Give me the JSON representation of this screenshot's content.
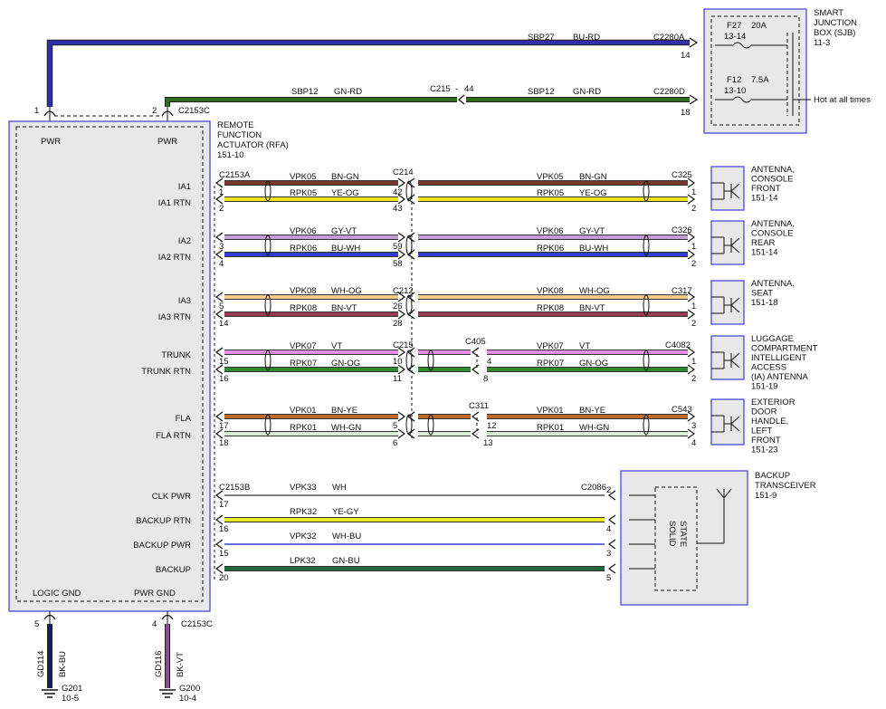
{
  "colors": {
    "BU-RD": "#2e2ea8",
    "GN-RD": "#2f6e1f",
    "BN-GN": "#7a3b2e",
    "YE-OG": "#f2e21a",
    "GY-VT": "#c39bd6",
    "BU-WH": "#2f3fd0",
    "WH-OG": "#f7c98a",
    "BN-VT": "#9a3a55",
    "VT": "#e58de8",
    "GN-OG": "#2f8a2a",
    "BN-YE": "#c06a2a",
    "WH-GN": "#d8ecd5",
    "WH": "#ffffff",
    "YE-GY": "#eaea20",
    "WH-BU": "#c8ccf0",
    "GN-BU": "#1e6a3a",
    "BK-BU": "#1a1a60",
    "BK-VT": "#8a4a9a",
    "border": "#3c3cd6",
    "box": "#e8e8e8"
  },
  "sjb": {
    "title_lines": [
      "SMART",
      "JUNCTION",
      "BOX (SJB)",
      "11-3"
    ],
    "fuse1": {
      "id": "F27",
      "rating": "20A",
      "loc": "13-14"
    },
    "fuse2": {
      "id": "F12",
      "rating": "7.5A",
      "loc": "13-10"
    },
    "hot_label": "Hot at all times",
    "conn_a": "C2280A",
    "conn_a_pin": "14",
    "conn_d": "C2280D",
    "conn_d_pin": "18"
  },
  "power": {
    "sbp27_circuit": "SBP27",
    "sbp27_color": "BU-RD",
    "sbp12_circuit": "SBP12",
    "sbp12_color": "GN-RD",
    "c215_label": "C215",
    "c215_pin": "44",
    "pin1": "1",
    "pin2": "2",
    "c2153c": "C2153C"
  },
  "rfa": {
    "title_lines": [
      "REMOTE",
      "FUNCTION",
      "ACTUATOR (RFA)",
      "151-10"
    ],
    "pwr1": "PWR",
    "pwr2": "PWR",
    "logic_gnd": "LOGIC GND",
    "pwr_gnd": "PWR GND",
    "pins": [
      "IA1",
      "IA1 RTN",
      "IA2",
      "IA2 RTN",
      "IA3",
      "IA3 RTN",
      "TRUNK",
      "TRUNK RTN",
      "FLA",
      "FLA RTN",
      "CLK PWR",
      "BACKUP RTN",
      "BACKUP PWR",
      "BACKUP"
    ]
  },
  "connectors": {
    "c2153a": "C2153A",
    "c214": "C214",
    "c212": "C212",
    "c215": "C215",
    "c405": "C405",
    "c311": "C311",
    "c2153b": "C2153B",
    "c2086": "C2086",
    "c325": "C325",
    "c326": "C326",
    "c317": "C317",
    "c4082": "C4082",
    "c543": "C543"
  },
  "wires": [
    {
      "circuit": "VPK05",
      "color": "BN-GN",
      "rfa_pin": "1",
      "mid_pin": "42",
      "far_pin": "1"
    },
    {
      "circuit": "RPK05",
      "color": "YE-OG",
      "rfa_pin": "2",
      "mid_pin": "43",
      "far_pin": "2"
    },
    {
      "circuit": "VPK06",
      "color": "GY-VT",
      "rfa_pin": "3",
      "mid_pin": "59",
      "far_pin": "1"
    },
    {
      "circuit": "RPK06",
      "color": "BU-WH",
      "rfa_pin": "4",
      "mid_pin": "58",
      "far_pin": "2"
    },
    {
      "circuit": "VPK08",
      "color": "WH-OG",
      "rfa_pin": "5",
      "mid_pin": "26",
      "far_pin": "1"
    },
    {
      "circuit": "RPK08",
      "color": "BN-VT",
      "rfa_pin": "14",
      "mid_pin": "28",
      "far_pin": "2"
    },
    {
      "circuit": "VPK07",
      "color": "VT",
      "rfa_pin": "15",
      "mid_pin": "10",
      "mid2_pin": "4",
      "far_pin": "1"
    },
    {
      "circuit": "RPK07",
      "color": "GN-OG",
      "rfa_pin": "16",
      "mid_pin": "11",
      "mid2_pin": "8",
      "far_pin": "2"
    },
    {
      "circuit": "VPK01",
      "color": "BN-YE",
      "rfa_pin": "17",
      "mid_pin": "5",
      "mid2_pin": "12",
      "far_pin": "3"
    },
    {
      "circuit": "RPK01",
      "color": "WH-GN",
      "rfa_pin": "18",
      "mid_pin": "6",
      "mid2_pin": "13",
      "far_pin": "4"
    }
  ],
  "backup_wires": [
    {
      "circuit": "VPK33",
      "color": "WH",
      "rfa_pin": "17",
      "far_pin": "2"
    },
    {
      "circuit": "RPK32",
      "color": "YE-GY",
      "rfa_pin": "16",
      "far_pin": "4"
    },
    {
      "circuit": "VPK32",
      "color": "WH-BU",
      "rfa_pin": "15",
      "far_pin": "3"
    },
    {
      "circuit": "LPK32",
      "color": "GN-BU",
      "rfa_pin": "20",
      "far_pin": "5"
    }
  ],
  "antennas": [
    {
      "lines": [
        "ANTENNA,",
        "CONSOLE",
        "FRONT",
        "151-14"
      ]
    },
    {
      "lines": [
        "ANTENNA,",
        "CONSOLE",
        "REAR",
        "151-14"
      ]
    },
    {
      "lines": [
        "ANTENNA,",
        "SEAT",
        "151-18"
      ]
    },
    {
      "lines": [
        "LUGGAGE",
        "COMPARTMENT",
        "INTELLIGENT",
        "ACCESS",
        "(IA) ANTENNA",
        "151-19"
      ]
    },
    {
      "lines": [
        "EXTERIOR",
        "DOOR",
        "HANDLE,",
        "LEFT",
        "FRONT",
        "151-23"
      ]
    }
  ],
  "backup_transceiver": {
    "title_lines": [
      "BACKUP",
      "TRANSCEIVER",
      "151-9"
    ],
    "solid_state": [
      "SOLID",
      "STATE"
    ]
  },
  "grounds": [
    {
      "pin": "5",
      "circuit": "GD114",
      "color": "BK-BU",
      "ground": "G201",
      "loc": "10-5"
    },
    {
      "pin": "4",
      "circuit": "GD116",
      "color": "BK-VT",
      "ground": "G200",
      "loc": "10-4",
      "conn": "C2153C"
    }
  ]
}
